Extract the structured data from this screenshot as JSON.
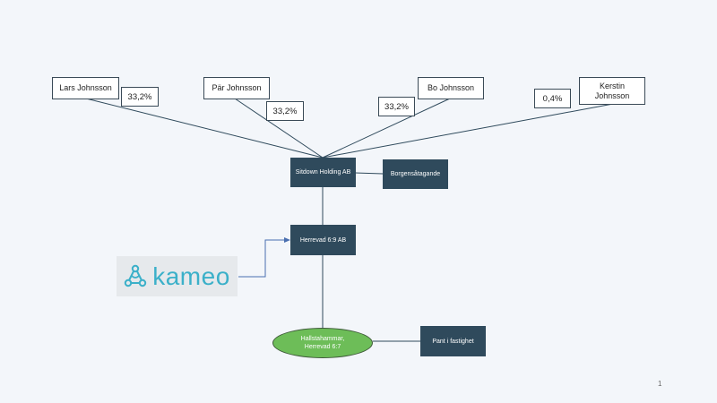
{
  "owners": [
    {
      "name": "Lars Johnsson",
      "share": "33,2%"
    },
    {
      "name": "Pär Johnsson",
      "share": "33,2%"
    },
    {
      "name": "Bo Johnsson",
      "share": "33,2%"
    },
    {
      "name": "Kerstin Johnsson",
      "share": "0,4%"
    }
  ],
  "holding": "Sitdown Holding AB",
  "guarantee": "Borgensåtagande",
  "subsidiary": "Herrevad 6:9 AB",
  "property": "Hallstahammar, Herrevad 6:7",
  "pledge": "Pant i fastighet",
  "logo": {
    "text": "kameo",
    "color": "#3bb0c9"
  },
  "page_number": "1",
  "colors": {
    "dark_box": "#2f4a5c",
    "ellipse": "#6dbd58",
    "background": "#f3f6fa",
    "line": "#2f4a5c"
  }
}
